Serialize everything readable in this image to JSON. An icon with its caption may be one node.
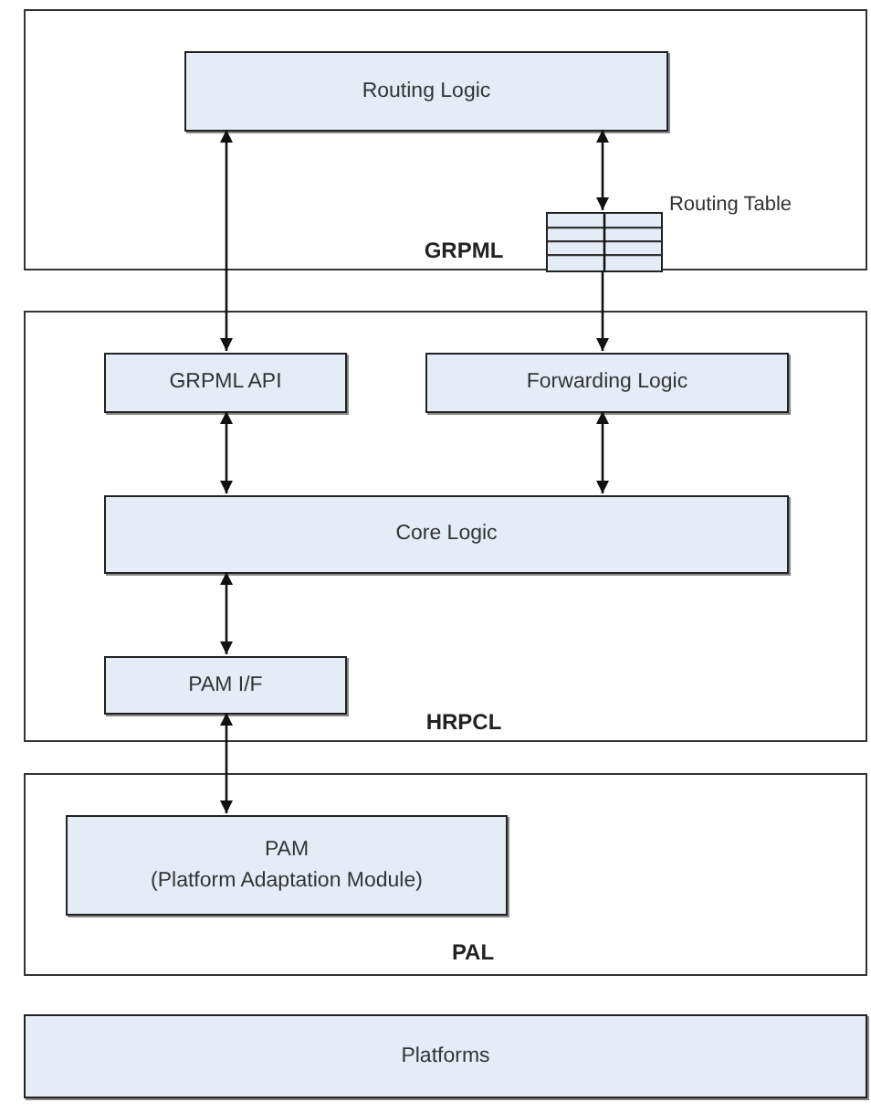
{
  "diagram": {
    "nodes": [
      {
        "text": [
          "GRPML"
        ]
      },
      {
        "text": [
          "Routing Logic"
        ],
        "in": 0
      },
      {
        "text": [],
        "shape": "box",
        "in": 0,
        "beside": [
          "Routing Table"
        ]
      },
      {
        "text": [
          "HRPCL"
        ]
      },
      {
        "text": [
          "GRPML API"
        ],
        "in": 3
      },
      {
        "text": [
          "Forwarding Logic"
        ],
        "in": 3
      },
      {
        "text": [
          "Core Logic"
        ],
        "in": 3
      },
      {
        "text": [
          "PAM I/F"
        ],
        "in": 3
      },
      {
        "text": [
          "PAL"
        ]
      },
      {
        "text": [
          "PAM",
          "(Platform Adaptation Module)"
        ],
        "in": 8
      },
      {
        "text": [
          "Platforms"
        ]
      }
    ],
    "edges": [
      {
        "from": 4,
        "to": 1,
        "arrow": "both"
      },
      {
        "from": 1,
        "to": 2,
        "arrow": "both"
      },
      {
        "from": 2,
        "to": 5,
        "arrow": "to"
      },
      {
        "from": 4,
        "to": 6,
        "arrow": "both"
      },
      {
        "from": 5,
        "to": 6,
        "arrow": "both"
      },
      {
        "from": 6,
        "to": 7,
        "arrow": "both"
      },
      {
        "from": 7,
        "to": 9,
        "arrow": "both"
      }
    ]
  }
}
